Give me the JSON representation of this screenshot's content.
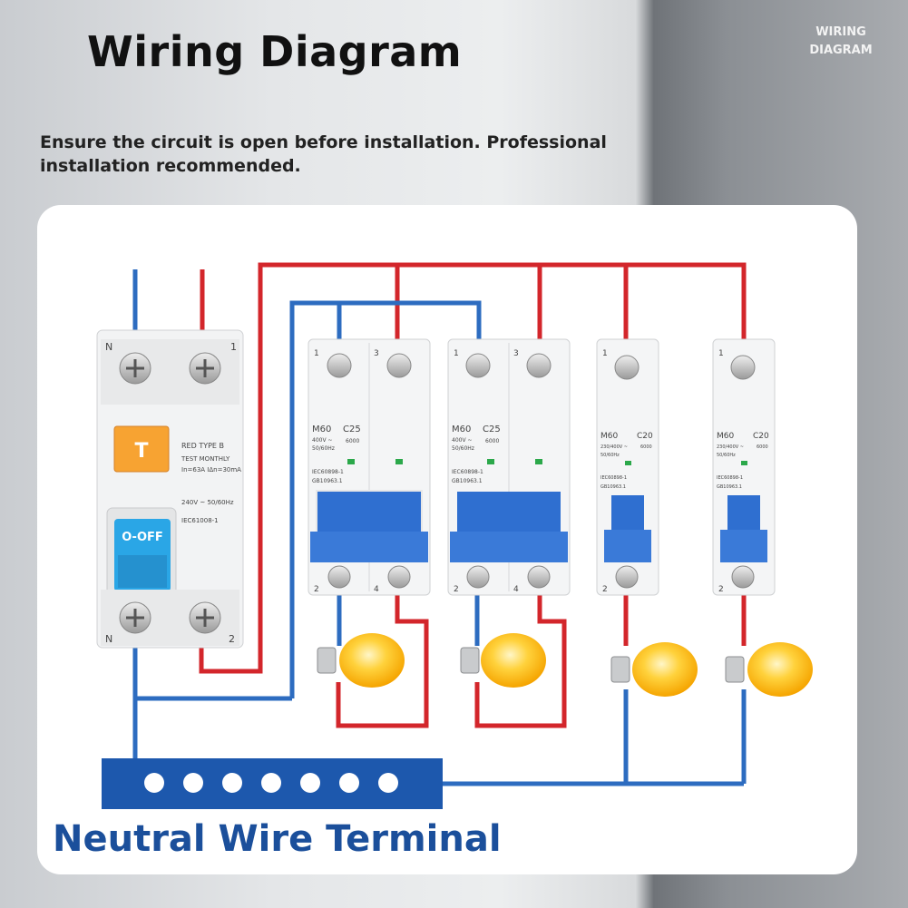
{
  "header": {
    "title": "Wiring Diagram",
    "corner_label_line1": "WIRING",
    "corner_label_line2": "DIAGRAM",
    "notice_line1": "Ensure the circuit is open before installation. Professional",
    "notice_line2": "installation recommended."
  },
  "rcd": {
    "test_button": "T",
    "terminal_top_left": "N",
    "terminal_top_right": "1",
    "terminal_bottom_left": "N",
    "terminal_bottom_right": "2",
    "label_type": "RED TYPE B",
    "label_test": "TEST MONTHLY",
    "label_ratings": "In=63A  IΔn=30mA",
    "label_voltage": "240V ~ 50/60Hz",
    "label_standard": "IEC61008-1",
    "switch_label": "O-OFF"
  },
  "breakers": [
    {
      "model": "M60",
      "curve": "C25",
      "voltage": "400V ~",
      "freq": "50/60Hz",
      "capacity": "6000",
      "std1": "IEC60898-1",
      "std2": "GB10963.1",
      "top_l": "1",
      "top_r": "3",
      "bot_l": "2",
      "bot_r": "4"
    },
    {
      "model": "M60",
      "curve": "C25",
      "voltage": "400V ~",
      "freq": "50/60Hz",
      "capacity": "6000",
      "std1": "IEC60898-1",
      "std2": "GB10963.1",
      "top_l": "1",
      "top_r": "3",
      "bot_l": "2",
      "bot_r": "4"
    },
    {
      "model": "M60",
      "curve": "C20",
      "voltage": "230/400V ~",
      "freq": "50/60Hz",
      "capacity": "6000",
      "std1": "IEC60898-1",
      "std2": "GB10963.1",
      "top_l": "1",
      "bot_l": "2"
    },
    {
      "model": "M60",
      "curve": "C20",
      "voltage": "230/400V ~",
      "freq": "50/60Hz",
      "capacity": "6000",
      "std1": "IEC60898-1",
      "std2": "GB10963.1",
      "top_l": "1",
      "bot_l": "2"
    }
  ],
  "terminal": {
    "label": "Neutral Wire Terminal"
  },
  "colors": {
    "live": "#d3262b",
    "neutral": "#2d6cc0",
    "breaker_blue": "#2f6fd0",
    "terminal_blue": "#1d58ad",
    "bulb": "#ffc21a"
  }
}
